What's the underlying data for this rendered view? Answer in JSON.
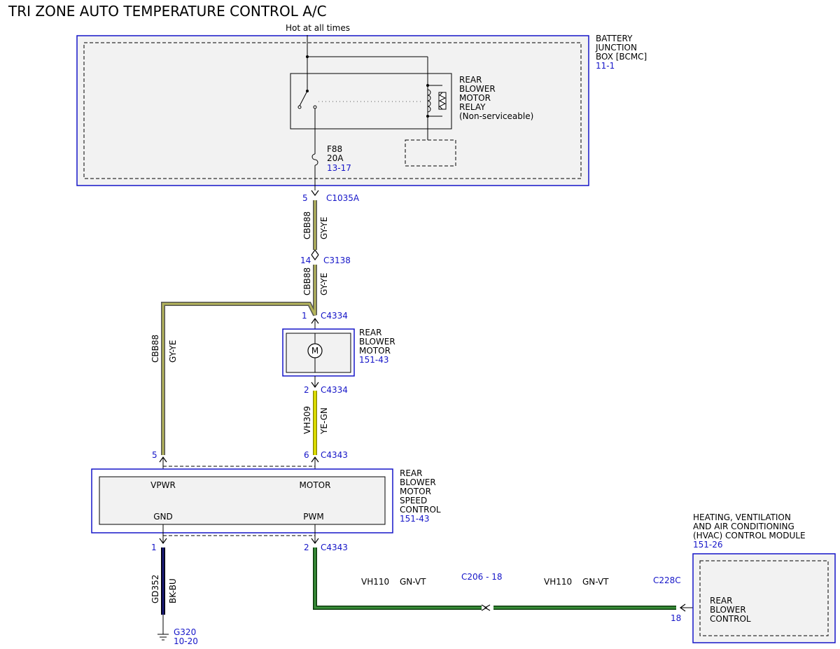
{
  "title": "TRI ZONE AUTO TEMPERATURE CONTROL A/C",
  "supply": "Hot at all times",
  "bjb": {
    "l1": "BATTERY",
    "l2": "JUNCTION",
    "l3": "BOX [BCMC]",
    "ref": "11-1"
  },
  "relay": {
    "l1": "REAR",
    "l2": "BLOWER",
    "l3": "MOTOR",
    "l4": "RELAY",
    "l5": "(Non-serviceable)"
  },
  "fuse": {
    "name": "F88",
    "rating": "20A",
    "ref": "13-17"
  },
  "c1035a": {
    "pin": "5",
    "name": "C1035A"
  },
  "wire_top": {
    "circuit": "CBB88",
    "color": "GY-YE"
  },
  "c3138": {
    "pin": "14",
    "name": "C3138"
  },
  "wire_mid": {
    "circuit": "CBB88",
    "color": "GY-YE"
  },
  "c4334_1": {
    "pin": "1",
    "name": "C4334"
  },
  "motor": {
    "l1": "REAR",
    "l2": "BLOWER",
    "l3": "MOTOR",
    "ref": "151-43",
    "symbol": "M"
  },
  "c4334_2": {
    "pin": "2",
    "name": "C4334"
  },
  "wire_left": {
    "circuit": "CBB88",
    "color": "GY-YE"
  },
  "wire_ye": {
    "circuit": "VH309",
    "color": "YE-GN"
  },
  "pin5": "5",
  "c4343_6": {
    "pin": "6",
    "name": "C4343"
  },
  "speed": {
    "vpwr": "VPWR",
    "motor": "MOTOR",
    "gnd": "GND",
    "pwm": "PWM",
    "l1": "REAR",
    "l2": "BLOWER",
    "l3": "MOTOR",
    "l4": "SPEED",
    "l5": "CONTROL",
    "ref": "151-43"
  },
  "pin1": "1",
  "c4343_2": {
    "pin": "2",
    "name": "C4343"
  },
  "wire_gnd": {
    "circuit": "GD352",
    "color": "BK-BU"
  },
  "ground": {
    "name": "G320",
    "ref": "10-20"
  },
  "wire_gn1": {
    "circuit": "VH110",
    "color": "GN-VT"
  },
  "c206": "C206 - 18",
  "wire_gn2": {
    "circuit": "VH110",
    "color": "GN-VT"
  },
  "c228c": {
    "name": "C228C",
    "pin": "18"
  },
  "hvac": {
    "l1": "HEATING, VENTILATION",
    "l2": "AND AIR CONDITIONING",
    "l3": "(HVAC) CONTROL MODULE",
    "ref": "151-26",
    "inner1": "REAR",
    "inner2": "BLOWER",
    "inner3": "CONTROL"
  },
  "colors": {
    "blue": "#1515c8",
    "gy_ye": "#8a8a4a",
    "ye_gn": "#e8e800",
    "gn_vt": "#1f6b1f",
    "bk_bu": "#0a0a5a",
    "fill": "#f2f2f2"
  }
}
